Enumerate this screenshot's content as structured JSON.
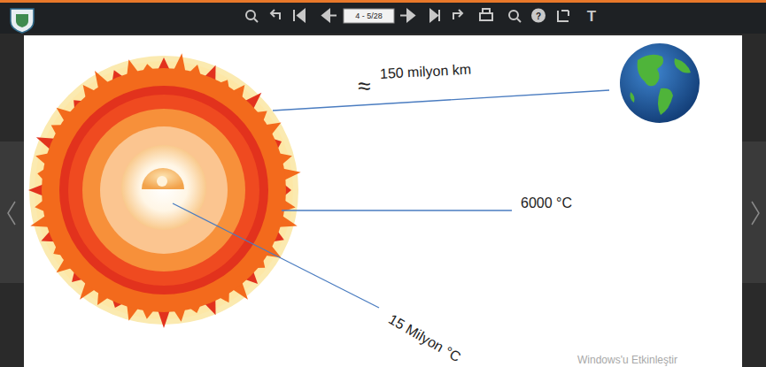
{
  "diagram": {
    "labels": [
      "4 - 5/28",
      "T",
      "≈",
      "150 milyon km",
      "6000 °C",
      "15 Milyon °C",
      "Windows'u Etkinleştir"
    ]
  }
}
